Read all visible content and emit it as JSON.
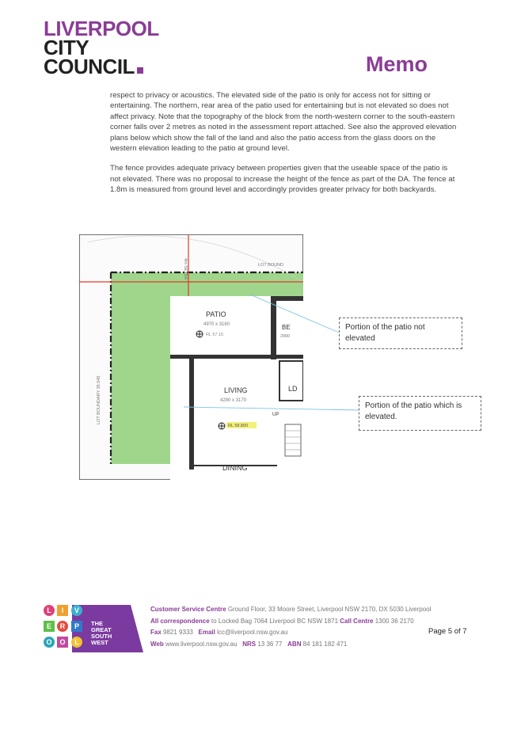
{
  "header": {
    "logo_line1": "LIVERPOOL",
    "logo_line2": "CITY",
    "logo_line3": "COUNCIL",
    "memo_title": "Memo"
  },
  "body": {
    "paragraph1": "respect to privacy or acoustics.   The elevated side of the patio is only for access not for sitting or entertaining.  The northern, rear area of the patio used for entertaining but is not elevated so does not affect privacy.  Note that the topography of the block from the north-western corner to the south-eastern corner falls over 2 metres as noted in the assessment report attached. See also the approved elevation plans below which show the fall of the land and also the patio access from the glass doors on the western elevation leading to the patio at ground level.",
    "paragraph2": "The fence provides adequate privacy between properties given that the useable space of the patio is not elevated. There was no proposal to increase the height of the fence as part of the DA. The fence at 1.8m is measured from ground level and accordingly provides greater privacy for both backyards."
  },
  "plan": {
    "patio_label": "PATIO",
    "patio_dims": "4970 x 3160",
    "patio_level": "RL 57.15",
    "living_label": "LIVING",
    "living_dims": "4290 x 3170",
    "living_level": "RL 58.800",
    "dining_label": "DINING",
    "bed_label": "BE",
    "bed_dims": "2900",
    "ld_label": "LD",
    "up_label": "UP",
    "boundary_label": "LOT BOUNDARY 35.545",
    "setback_label": "4m SETBA",
    "lot_boundary_top": "LOT BOUND"
  },
  "callouts": {
    "not_elevated": "Portion of the patio not elevated",
    "elevated": "Portion of the patio which is elevated."
  },
  "footer": {
    "logo_letters": [
      "L",
      "I",
      "V",
      "E",
      "R",
      "P",
      "O",
      "O",
      "L"
    ],
    "logo_tagline": [
      "THE",
      "GREAT",
      "SOUTH",
      "WEST"
    ],
    "csc_label": "Customer Service Centre",
    "csc_text": "Ground Floor, 33 Moore Street, Liverpool NSW 2170, DX 5030 Liverpool",
    "corr_label": "All correspondence",
    "corr_text": "to Locked Bag 7064 Liverpool BC NSW 1871",
    "call_label": "Call Centre",
    "call_text": "1300 36 2170",
    "fax_label": "Fax",
    "fax_text": "9821 9333",
    "email_label": "Email",
    "email_text": "lcc@liverpool.nsw.gov.au",
    "web_label": "Web",
    "web_text": "www.liverpool.nsw.gov.au",
    "nrs_label": "NRS",
    "nrs_text": "13 36 77",
    "abn_label": "ABN",
    "abn_text": "84 181 182 471",
    "page_number": "Page 5 of 7"
  },
  "colors": {
    "brand_purple": "#8a3c96",
    "lawn_green": "#9fd68c",
    "boundary_red": "#e23a2a",
    "callout_leader": "#7ec6e0"
  }
}
